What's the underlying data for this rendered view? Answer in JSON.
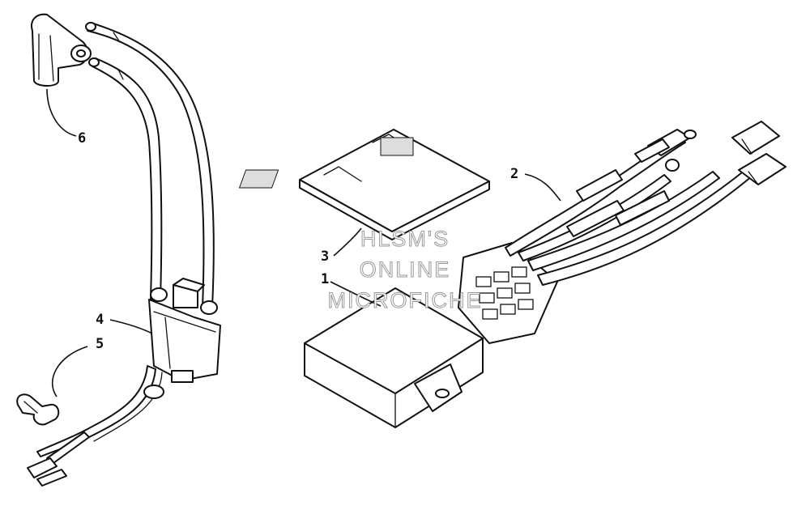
{
  "callouts": {
    "c1": "1",
    "c2": "2",
    "c3": "3",
    "c4": "4",
    "c5": "5",
    "c6": "6"
  },
  "watermark": {
    "line1": "HLSM'S",
    "line2": "ONLINE",
    "line3": "MICROFICHE"
  },
  "colors": {
    "ink": "#111111",
    "paper": "#ffffff",
    "watermark_outline": "#9a9a9a"
  }
}
